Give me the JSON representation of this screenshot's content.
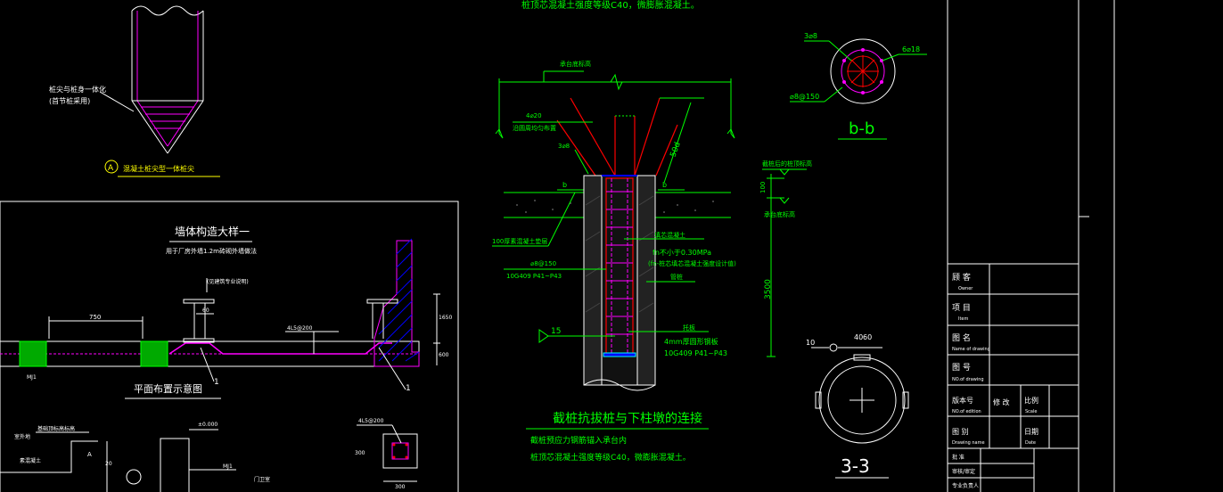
{
  "colors": {
    "background": "#000000",
    "green": "#00ff00",
    "magenta": "#ff00ff",
    "red": "#ff0000",
    "yellow": "#ffff00",
    "white": "#ffffff",
    "cyan": "#00ffff",
    "blue": "#0000ff"
  },
  "top_note": "桩顶芯混凝土强度等级C40，微膨胀混凝土。",
  "pile_tip": {
    "note_line1": "桩尖与桩身一体化",
    "note_line2": "(首节桩采用)",
    "circle_label": "A",
    "caption": "混凝土桩尖型一体桩尖"
  },
  "wall_detail": {
    "title": "墙体构造大样一",
    "subtitle": "用于厂房外墙1.2m砖砌外墙做法",
    "dim_1": "750",
    "dim_2": "60",
    "label_wall": "(见建筑专业说明)",
    "label_rebar": "4L5@200",
    "section_mark": "1",
    "right_dim_1": "1650",
    "right_dim_2": "600",
    "col_label_1": "MJ1",
    "plan_title": "平面布置示意图",
    "bottom_label_1": "基础顶标高标高",
    "bottom_label_2": "室外地",
    "bottom_label_3": "素混凝土",
    "dim_a": "A",
    "dim_20": "20",
    "elev": "±0.000",
    "mj1": "MJ1",
    "gate": "门卫室",
    "small_rebar": "4L5@200",
    "dim_300": "300",
    "dim_300b": "300"
  },
  "pile_cap": {
    "label_cap": "承台底标高",
    "rebar_top": "4⌀20",
    "rebar_top_note": "沿圆周均匀布置",
    "rebar_3": "3⌀8",
    "b_mark": "b",
    "len_50d": "50d",
    "len_100": "100",
    "len_3500": "3500",
    "cap_note_1": "截桩后的桩顶标高",
    "cap_note_2": "承台底标高",
    "bedding": "100厚素混凝土垫层",
    "stirrup": "⌀8@150",
    "ref1": "10G409 P41~P43",
    "fill": "填芯混凝土",
    "fn1": "fn不小于0.30MPa",
    "fn2": "(fn-桩芯填芯混凝土强度设计值)",
    "pipe": "管桩",
    "plate": "托板",
    "plate_note": "4mm厚圆形钢板",
    "ref2": "10G409 P41~P43",
    "mark15": "15",
    "title": "截桩抗拔桩与下柱墩的连接",
    "note1": "截桩预应力钢筋锚入承台内",
    "note2": "桩顶芯混凝土强度等级C40，微膨胀混凝土。"
  },
  "section_bb": {
    "rebar_3": "3⌀8",
    "rebar_6": "6⌀18",
    "stirrup": "⌀8@150",
    "label": "b-b"
  },
  "section_33": {
    "dim_10": "10",
    "dim_40": "40",
    "dim_60": "60",
    "label": "3-3"
  },
  "title_block": {
    "rows": [
      {
        "label": "顾  客",
        "sub": "Owner"
      },
      {
        "label": "项  目",
        "sub": "Item"
      },
      {
        "label": "图  名",
        "sub": "Name of drawing"
      },
      {
        "label": "图  号",
        "sub": "NO.of drawing"
      }
    ],
    "version_label": "版本号",
    "version_sub": "NO.of edition",
    "version_val": "修  改",
    "scale_label": "比例",
    "scale_sub": "Scale",
    "sheet_label": "图  别",
    "sheet_sub": "Drawing name",
    "date_label": "日期",
    "date_sub": "Date",
    "r1": "批  准",
    "r2": "审核/审定",
    "r3": "专业负责人"
  }
}
